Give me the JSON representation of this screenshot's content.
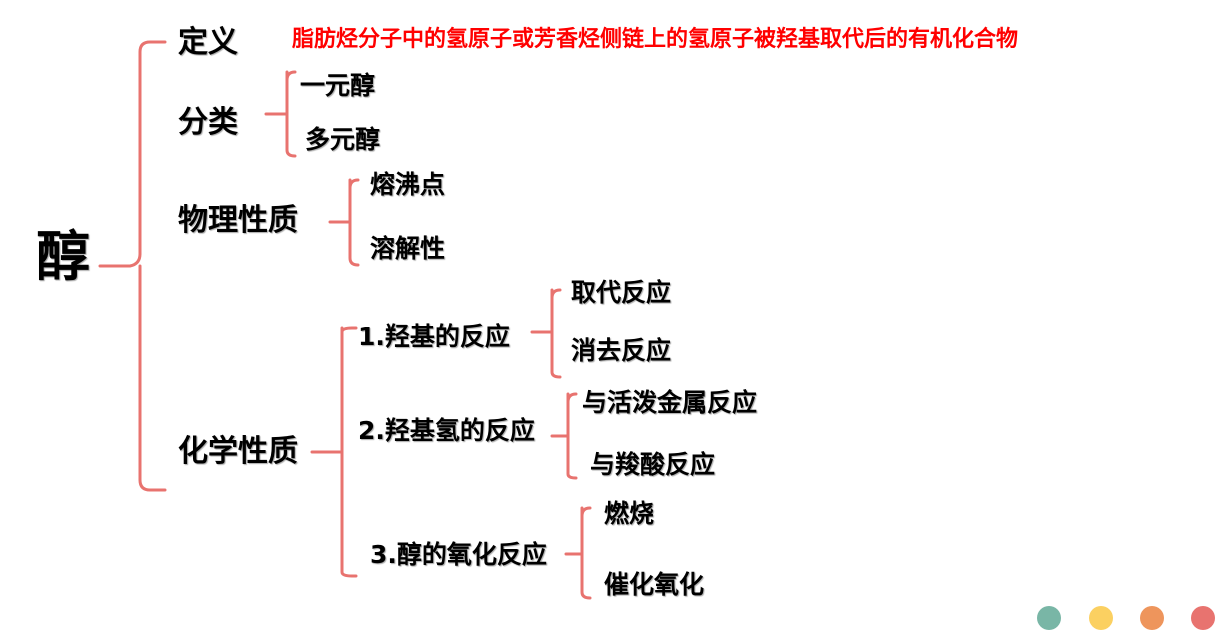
{
  "root": {
    "label": "醇"
  },
  "branches": {
    "definition": {
      "label": "定义",
      "text": "脂肪烃分子中的氢原子或芳香烃侧链上的氢原子被羟基取代后的有机化合物"
    },
    "classification": {
      "label": "分类",
      "children": [
        "一元醇",
        "多元醇"
      ]
    },
    "physical": {
      "label": "物理性质",
      "children": [
        "熔沸点",
        "溶解性"
      ]
    },
    "chemical": {
      "label": "化学性质",
      "children": [
        {
          "label": "1.羟基的反应",
          "children": [
            "取代反应",
            "消去反应"
          ]
        },
        {
          "label": "2.羟基氢的反应",
          "children": [
            "与活泼金属反应",
            "与羧酸反应"
          ]
        },
        {
          "label": "3.醇的氧化反应",
          "children": [
            "燃烧",
            "催化氧化"
          ]
        }
      ]
    }
  },
  "colors": {
    "bracket": "#e8736f",
    "definition_text": "#ff0000",
    "dots": [
      "#79b6a6",
      "#fbd061",
      "#ee955c",
      "#e8736f"
    ]
  }
}
